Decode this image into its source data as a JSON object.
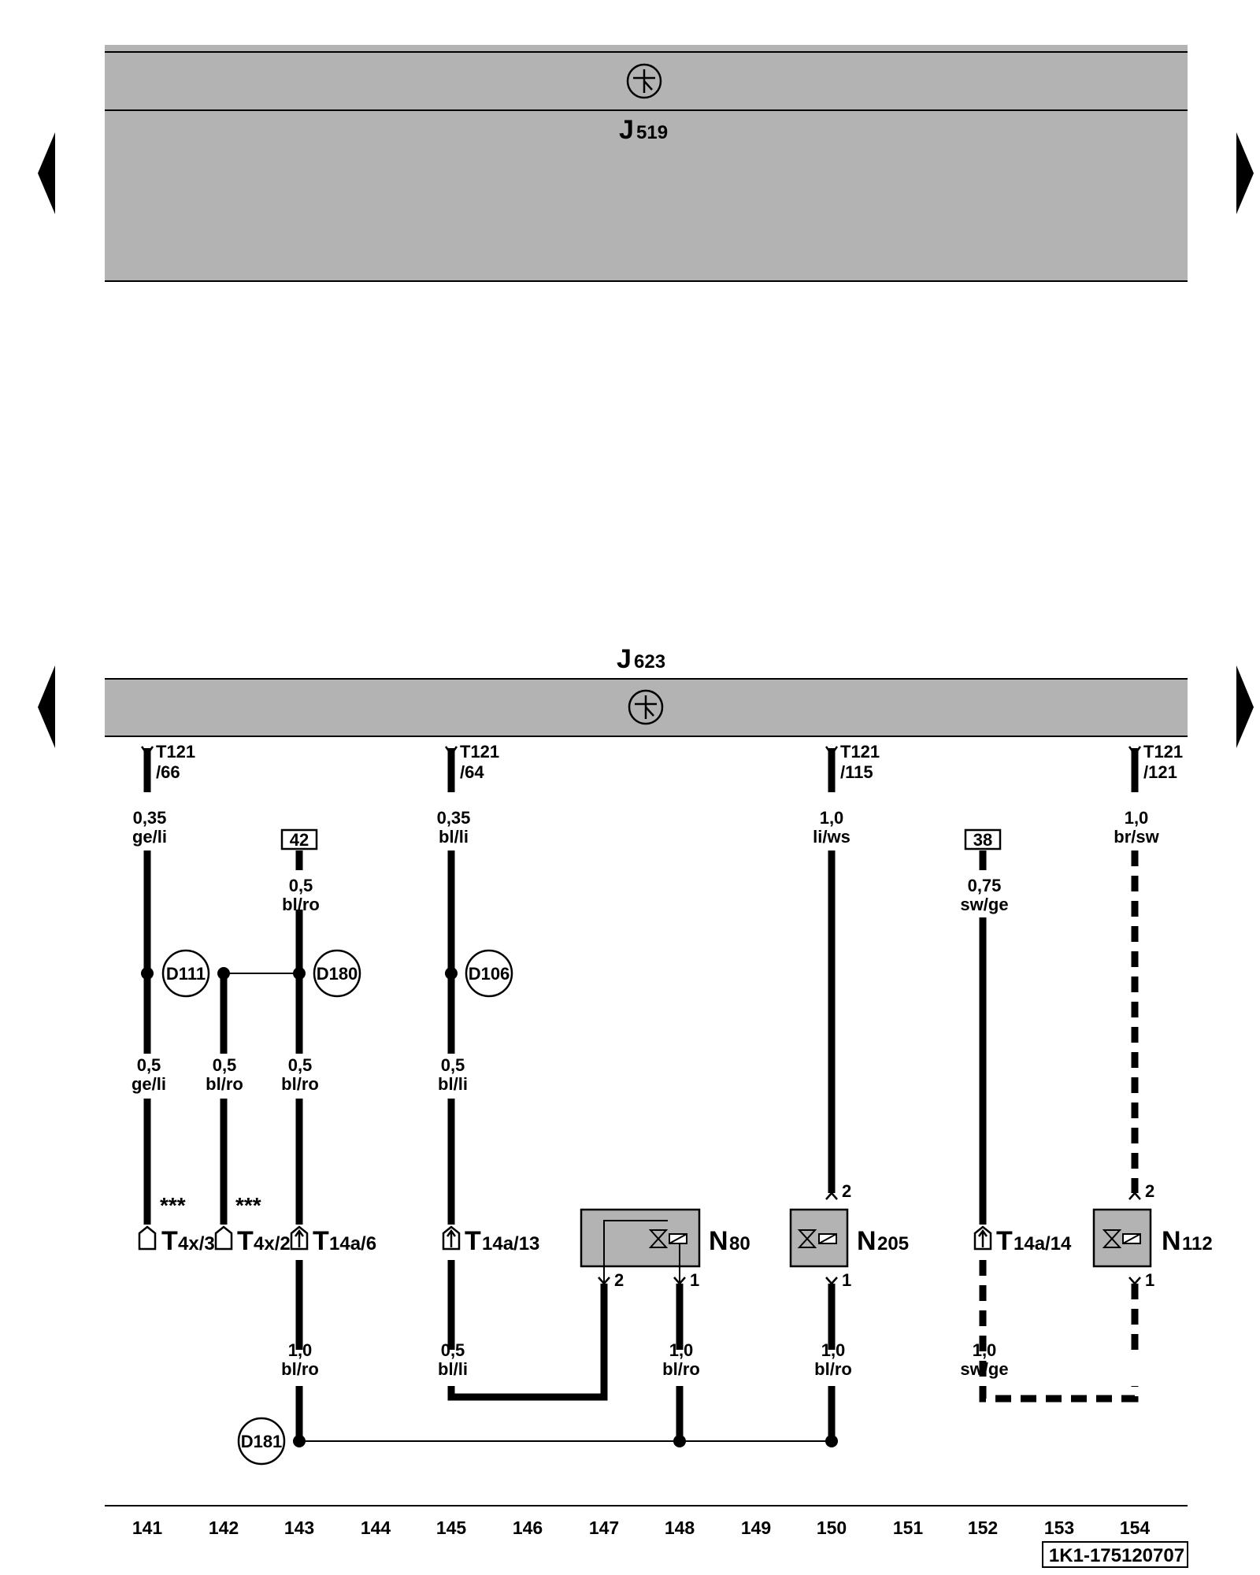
{
  "modules": {
    "top": {
      "name": "J",
      "sub": "519"
    },
    "bottom": {
      "name": "J",
      "sub": "623"
    }
  },
  "terminals": [
    {
      "line1": "T121",
      "line2": "/66"
    },
    {
      "line1": "T121",
      "line2": "/64"
    },
    {
      "line1": "T121",
      "line2": "/115"
    },
    {
      "line1": "T121",
      "line2": "/121"
    }
  ],
  "wires": [
    {
      "size": "0,35",
      "color": "ge/li"
    },
    {
      "size": "0,35",
      "color": "bl/li"
    },
    {
      "size": "1,0",
      "color": "li/ws"
    },
    {
      "size": "1,0",
      "color": "br/sw"
    },
    {
      "size": "0,5",
      "color": "bl/ro"
    },
    {
      "size": "0,75",
      "color": "sw/ge"
    },
    {
      "size": "0,5",
      "color": "ge/li"
    },
    {
      "size": "0,5",
      "color": "bl/ro"
    },
    {
      "size": "0,5",
      "color": "bl/ro"
    },
    {
      "size": "0,5",
      "color": "bl/li"
    },
    {
      "size": "1,0",
      "color": "bl/ro"
    },
    {
      "size": "0,5",
      "color": "bl/li"
    },
    {
      "size": "1,0",
      "color": "bl/ro"
    },
    {
      "size": "1,0",
      "color": "bl/ro"
    },
    {
      "size": "1,0",
      "color": "sw/ge"
    }
  ],
  "refs": [
    "42",
    "38"
  ],
  "junctions": [
    "D111",
    "D180",
    "D106",
    "D181"
  ],
  "stars": [
    "***",
    "***"
  ],
  "connectors": [
    {
      "name": "T",
      "sub": "4x/3"
    },
    {
      "name": "T",
      "sub": "4x/2"
    },
    {
      "name": "T",
      "sub": "14a/6"
    },
    {
      "name": "T",
      "sub": "14a/13"
    },
    {
      "name": "T",
      "sub": "14a/14"
    }
  ],
  "components": [
    {
      "name": "N",
      "sub": "80",
      "pins": [
        "2",
        "1"
      ]
    },
    {
      "name": "N",
      "sub": "205",
      "pins": [
        "2",
        "1"
      ]
    },
    {
      "name": "N",
      "sub": "112",
      "pins": [
        "2",
        "1"
      ]
    }
  ],
  "columns": [
    "141",
    "142",
    "143",
    "144",
    "145",
    "146",
    "147",
    "148",
    "149",
    "150",
    "151",
    "152",
    "153",
    "154"
  ],
  "diagram_code": "1K1-175120707",
  "colors": {
    "module_fill": "#b3b3b3",
    "line": "#000000"
  }
}
